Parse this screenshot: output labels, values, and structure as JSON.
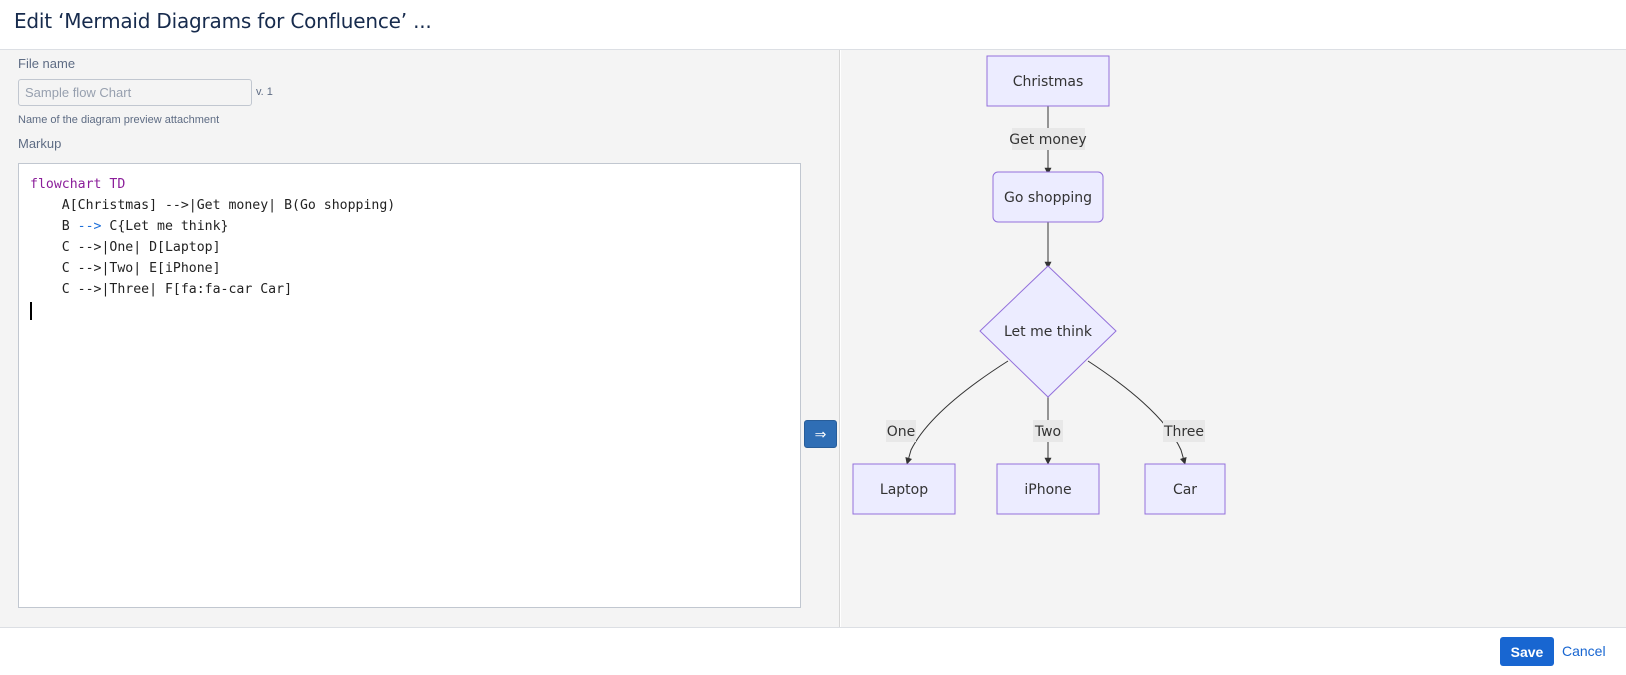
{
  "dialog": {
    "title": "Edit ‘Mermaid Diagrams for Confluence’ ..."
  },
  "form": {
    "file_name_label": "File name",
    "file_name_placeholder": "Sample flow Chart",
    "version": "v. 1",
    "file_name_hint": "Name of the diagram preview attachment",
    "markup_label": "Markup",
    "markup_lines": [
      "flowchart TD",
      "    A[Christmas] -->|Get money| B(Go shopping)",
      "    B --> C{Let me think}",
      "    C -->|One| D[Laptop]",
      "    C -->|Two| E[iPhone]",
      "    C -->|Three| F[fa:fa-car Car]"
    ],
    "convert_icon": "⇒"
  },
  "diagram": {
    "nodes": {
      "christmas": "Christmas",
      "go_shopping": "Go shopping",
      "let_me_think": "Let me think",
      "laptop": "Laptop",
      "iphone": "iPhone",
      "car": "Car"
    },
    "edge_labels": {
      "get_money": "Get money",
      "one": "One",
      "two": "Two",
      "three": "Three"
    },
    "colors": {
      "node_fill": "#ececff",
      "node_stroke": "#9370db",
      "edge": "#333333",
      "edge_label_bg": "#e8e8e8"
    }
  },
  "footer": {
    "save_label": "Save",
    "cancel_label": "Cancel"
  }
}
